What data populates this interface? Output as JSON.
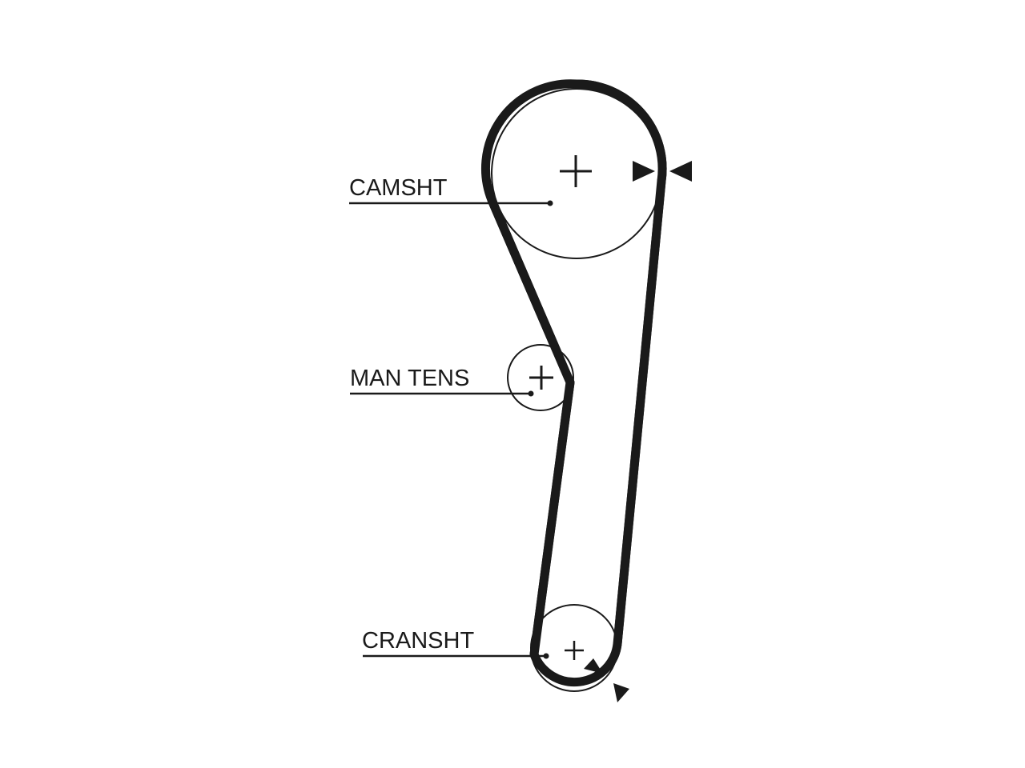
{
  "diagram": {
    "labels": {
      "camshaft": "CAMSHT",
      "tensioner": "MAN TENS",
      "crankshaft": "CRANSHT"
    },
    "colors": {
      "line": "#1a1a1a",
      "background": "#ffffff"
    }
  }
}
